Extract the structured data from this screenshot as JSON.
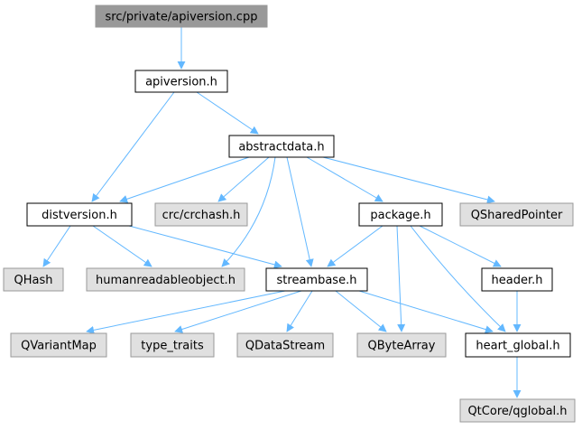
{
  "graph": {
    "colors": {
      "root_fill": "#999999",
      "internal_fill": "#ffffff",
      "external_fill": "#e0e0e0",
      "internal_border": "#000000",
      "external_border": "#999999",
      "edge": "#63b8ff"
    },
    "nodes": [
      {
        "id": "apiversion_cpp",
        "label": "src/private/apiversion.cpp",
        "kind": "root"
      },
      {
        "id": "apiversion_h",
        "label": "apiversion.h",
        "kind": "internal"
      },
      {
        "id": "abstractdata_h",
        "label": "abstractdata.h",
        "kind": "internal"
      },
      {
        "id": "distversion_h",
        "label": "distversion.h",
        "kind": "internal"
      },
      {
        "id": "crcrchash_h",
        "label": "crc/crchash.h",
        "kind": "external"
      },
      {
        "id": "package_h",
        "label": "package.h",
        "kind": "internal"
      },
      {
        "id": "qsharedpointer",
        "label": "QSharedPointer",
        "kind": "external"
      },
      {
        "id": "qhash",
        "label": "QHash",
        "kind": "external"
      },
      {
        "id": "humanreadable_h",
        "label": "humanreadableobject.h",
        "kind": "external"
      },
      {
        "id": "streambase_h",
        "label": "streambase.h",
        "kind": "internal"
      },
      {
        "id": "header_h",
        "label": "header.h",
        "kind": "internal"
      },
      {
        "id": "qvariantmap",
        "label": "QVariantMap",
        "kind": "external"
      },
      {
        "id": "type_traits",
        "label": "type_traits",
        "kind": "external"
      },
      {
        "id": "qdatastream",
        "label": "QDataStream",
        "kind": "external"
      },
      {
        "id": "qbytearray",
        "label": "QByteArray",
        "kind": "external"
      },
      {
        "id": "heart_global_h",
        "label": "heart_global.h",
        "kind": "internal"
      },
      {
        "id": "qglobal_h",
        "label": "QtCore/qglobal.h",
        "kind": "external"
      }
    ],
    "edges": [
      {
        "from": "apiversion_cpp",
        "to": "apiversion_h"
      },
      {
        "from": "apiversion_h",
        "to": "abstractdata_h"
      },
      {
        "from": "apiversion_h",
        "to": "distversion_h"
      },
      {
        "from": "abstractdata_h",
        "to": "distversion_h"
      },
      {
        "from": "abstractdata_h",
        "to": "crcrchash_h"
      },
      {
        "from": "abstractdata_h",
        "to": "humanreadable_h"
      },
      {
        "from": "abstractdata_h",
        "to": "streambase_h"
      },
      {
        "from": "abstractdata_h",
        "to": "package_h"
      },
      {
        "from": "abstractdata_h",
        "to": "qsharedpointer"
      },
      {
        "from": "distversion_h",
        "to": "qhash"
      },
      {
        "from": "distversion_h",
        "to": "humanreadable_h"
      },
      {
        "from": "distversion_h",
        "to": "streambase_h"
      },
      {
        "from": "package_h",
        "to": "streambase_h"
      },
      {
        "from": "package_h",
        "to": "qbytearray"
      },
      {
        "from": "package_h",
        "to": "header_h"
      },
      {
        "from": "package_h",
        "to": "heart_global_h"
      },
      {
        "from": "streambase_h",
        "to": "qvariantmap"
      },
      {
        "from": "streambase_h",
        "to": "type_traits"
      },
      {
        "from": "streambase_h",
        "to": "qdatastream"
      },
      {
        "from": "streambase_h",
        "to": "qbytearray"
      },
      {
        "from": "streambase_h",
        "to": "heart_global_h"
      },
      {
        "from": "header_h",
        "to": "heart_global_h"
      },
      {
        "from": "heart_global_h",
        "to": "qglobal_h"
      }
    ]
  }
}
